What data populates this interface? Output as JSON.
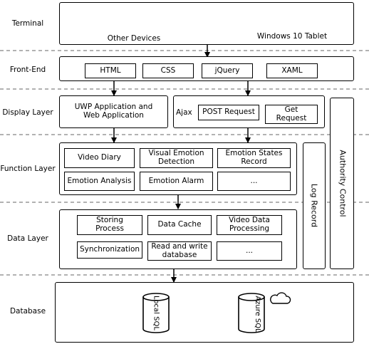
{
  "layers": {
    "terminal": "Terminal",
    "frontend": "Front-End",
    "display": "Display Layer",
    "function": "Function Layer",
    "data": "Data Layer",
    "database": "Database"
  },
  "terminal": {
    "other_devices": "Other Devices",
    "tablet": "Windows 10 Tablet"
  },
  "frontend": {
    "items": [
      "HTML",
      "CSS",
      "jQuery",
      "XAML"
    ]
  },
  "display": {
    "uwp": "UWP Application and Web Application",
    "ajax": "Ajax",
    "post": "POST Request",
    "get": "Get Request"
  },
  "function": {
    "items": [
      "Video Diary",
      "Visual Emotion Detection",
      "Emotion States Record",
      "Emotion Analysis",
      "Emotion Alarm",
      "..."
    ]
  },
  "data": {
    "items": [
      "Storing Process",
      "Data Cache",
      "Video Data Processing",
      "Synchronization",
      "Read and write database",
      "..."
    ]
  },
  "side": {
    "log": "Log Record",
    "authority": "Authority Control"
  },
  "database": {
    "local": "Local SQL",
    "azure": "Azure SQL"
  },
  "icons": [
    "monitor-icon",
    "phone-icon",
    "tablet-icon",
    "cloud-icon",
    "database-cylinder-icon"
  ]
}
